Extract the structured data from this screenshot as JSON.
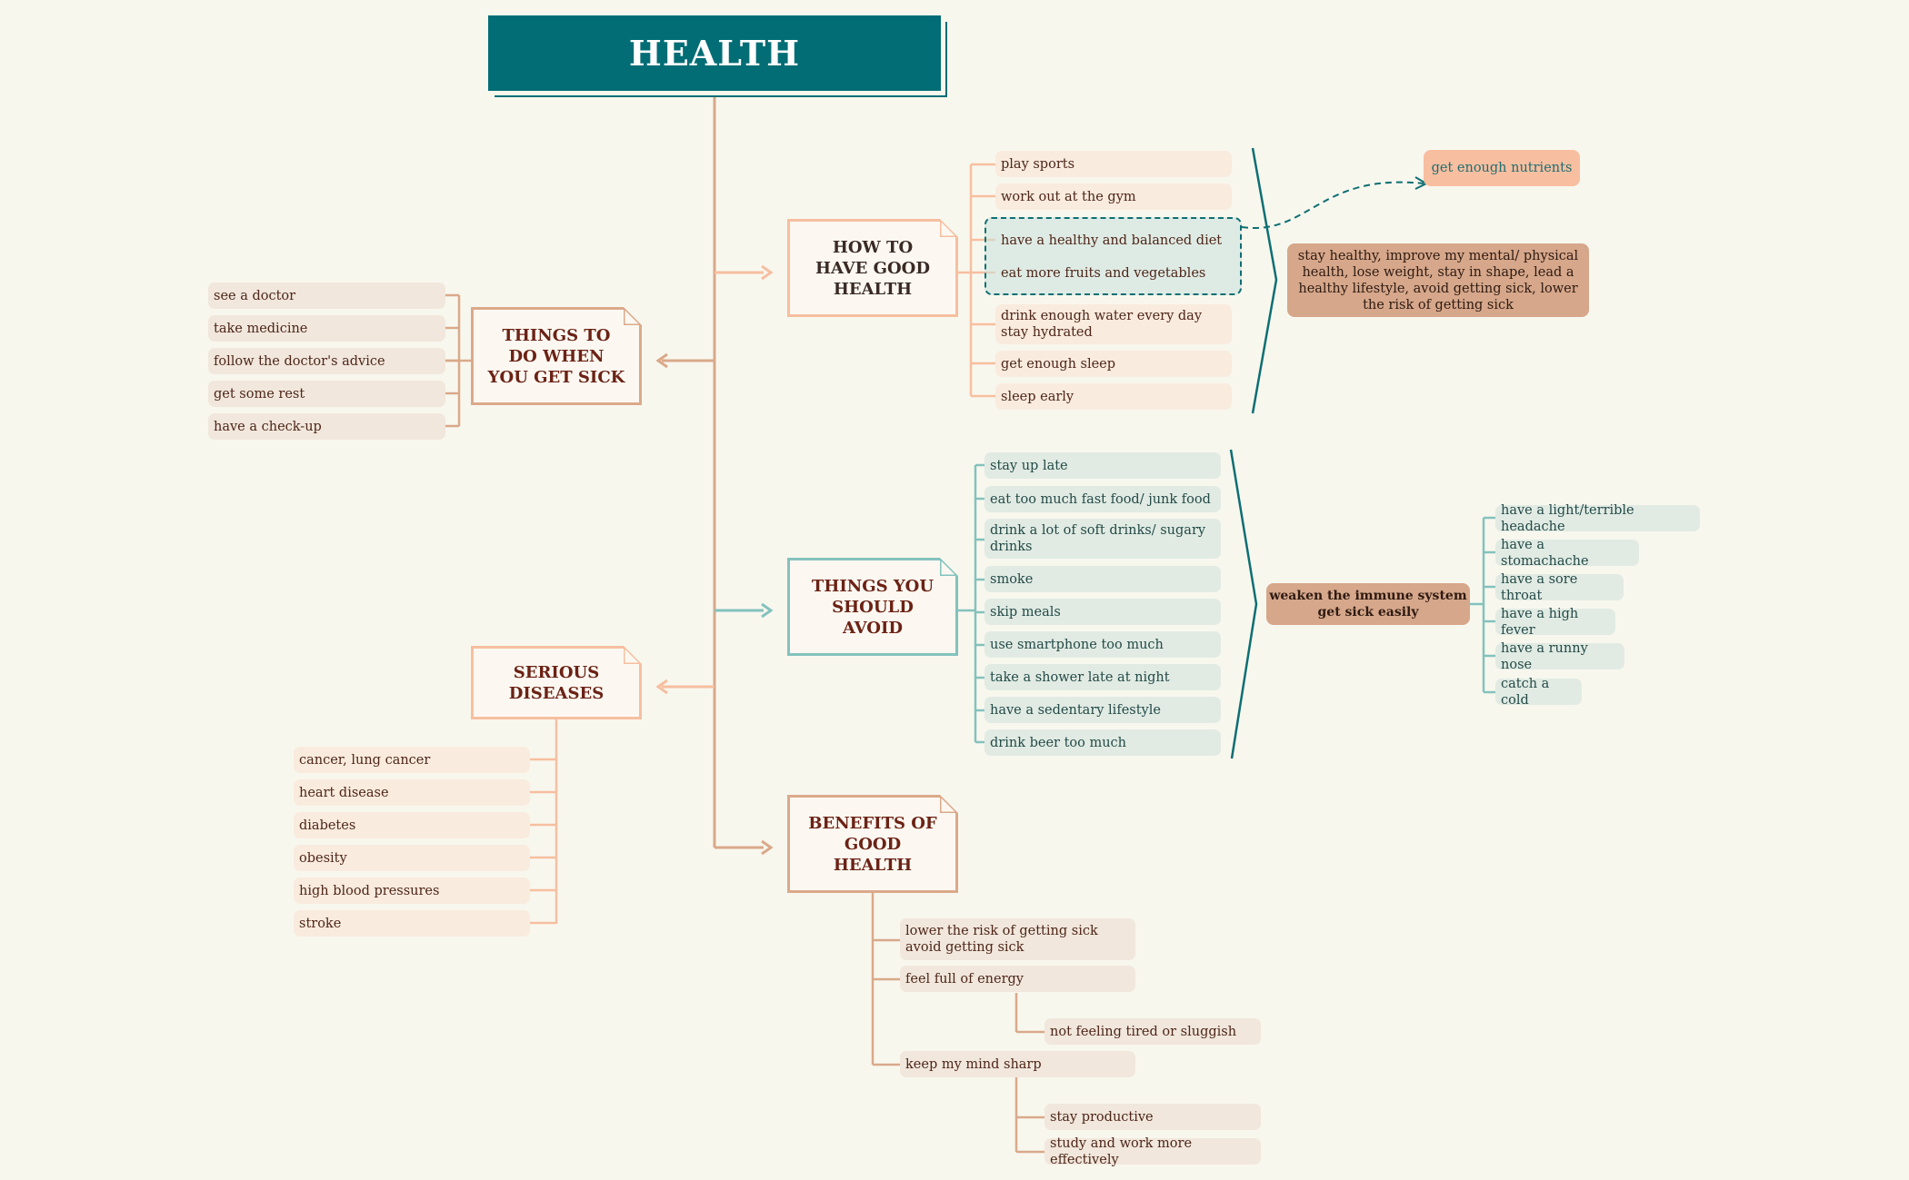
{
  "title": "HEALTH",
  "colors": {
    "background": "#f8f7ee",
    "title_fill": "#026d75",
    "branch_brown": "#d9a98a",
    "branch_peach": "#f6bfa0",
    "branch_teal": "#84c2bd",
    "callout_brown": "#d6a78a",
    "callout_salmon": "#f8bea0",
    "divider_teal": "#0d6f73"
  },
  "topics": {
    "good_health": "HOW TO\nHAVE GOOD\nHEALTH",
    "when_sick": "THINGS TO\nDO WHEN\nYOU GET SICK",
    "avoid": "THINGS YOU\nSHOULD\nAVOID",
    "diseases": "SERIOUS\nDISEASES",
    "benefits": "BENEFITS OF\nGOOD\nHEALTH"
  },
  "good_health_items": [
    "play sports",
    "work out at the gym",
    "have a healthy and balanced diet",
    "eat more fruits and vegetables",
    "drink enough water every day\nstay hydrated",
    "get enough sleep",
    "sleep early"
  ],
  "good_health_callout": "stay healthy, improve my mental/ physical health, lose weight, stay in shape, lead a healthy lifestyle, avoid getting sick, lower the risk of getting sick",
  "nutrients_callout": "get enough nutrients",
  "when_sick_items": [
    "see a doctor",
    "take medicine",
    "follow the doctor's advice",
    "get some rest",
    "have a check-up"
  ],
  "avoid_items": [
    "stay up late",
    "eat too much fast food/ junk food",
    "drink a lot of soft drinks/ sugary\ndrinks",
    "smoke",
    "skip meals",
    "use smartphone too much",
    "take a shower late at night",
    "have a sedentary lifestyle",
    "drink beer too much"
  ],
  "avoid_callout": "weaken the immune system\nget sick easily",
  "symptoms": [
    "have a light/terrible headache",
    "have a stomachache",
    "have a sore throat",
    "have a high fever",
    "have a runny nose",
    "catch a cold"
  ],
  "disease_items": [
    "cancer, lung cancer",
    "heart disease",
    "diabetes",
    "obesity",
    "high blood pressures",
    "stroke"
  ],
  "benefits": {
    "items": [
      "lower the risk of getting sick\navoid getting sick",
      "feel full of energy",
      "keep my mind sharp"
    ],
    "energy_sub": [
      "not feeling tired or sluggish"
    ],
    "mind_sub": [
      "stay productive",
      "study and work more effectively"
    ]
  }
}
